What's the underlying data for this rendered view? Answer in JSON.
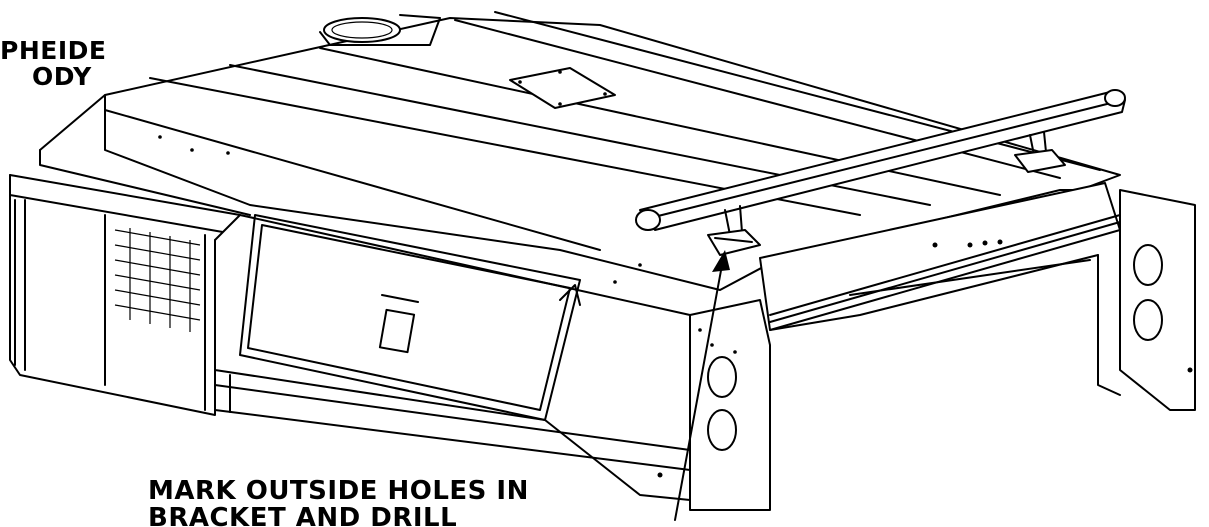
{
  "labels": {
    "top_line1": "PHEIDE",
    "top_line2": "ODY",
    "bottom_line1": "MARK OUTSIDE HOLES IN",
    "bottom_line2": "BRACKET AND DRILL"
  }
}
